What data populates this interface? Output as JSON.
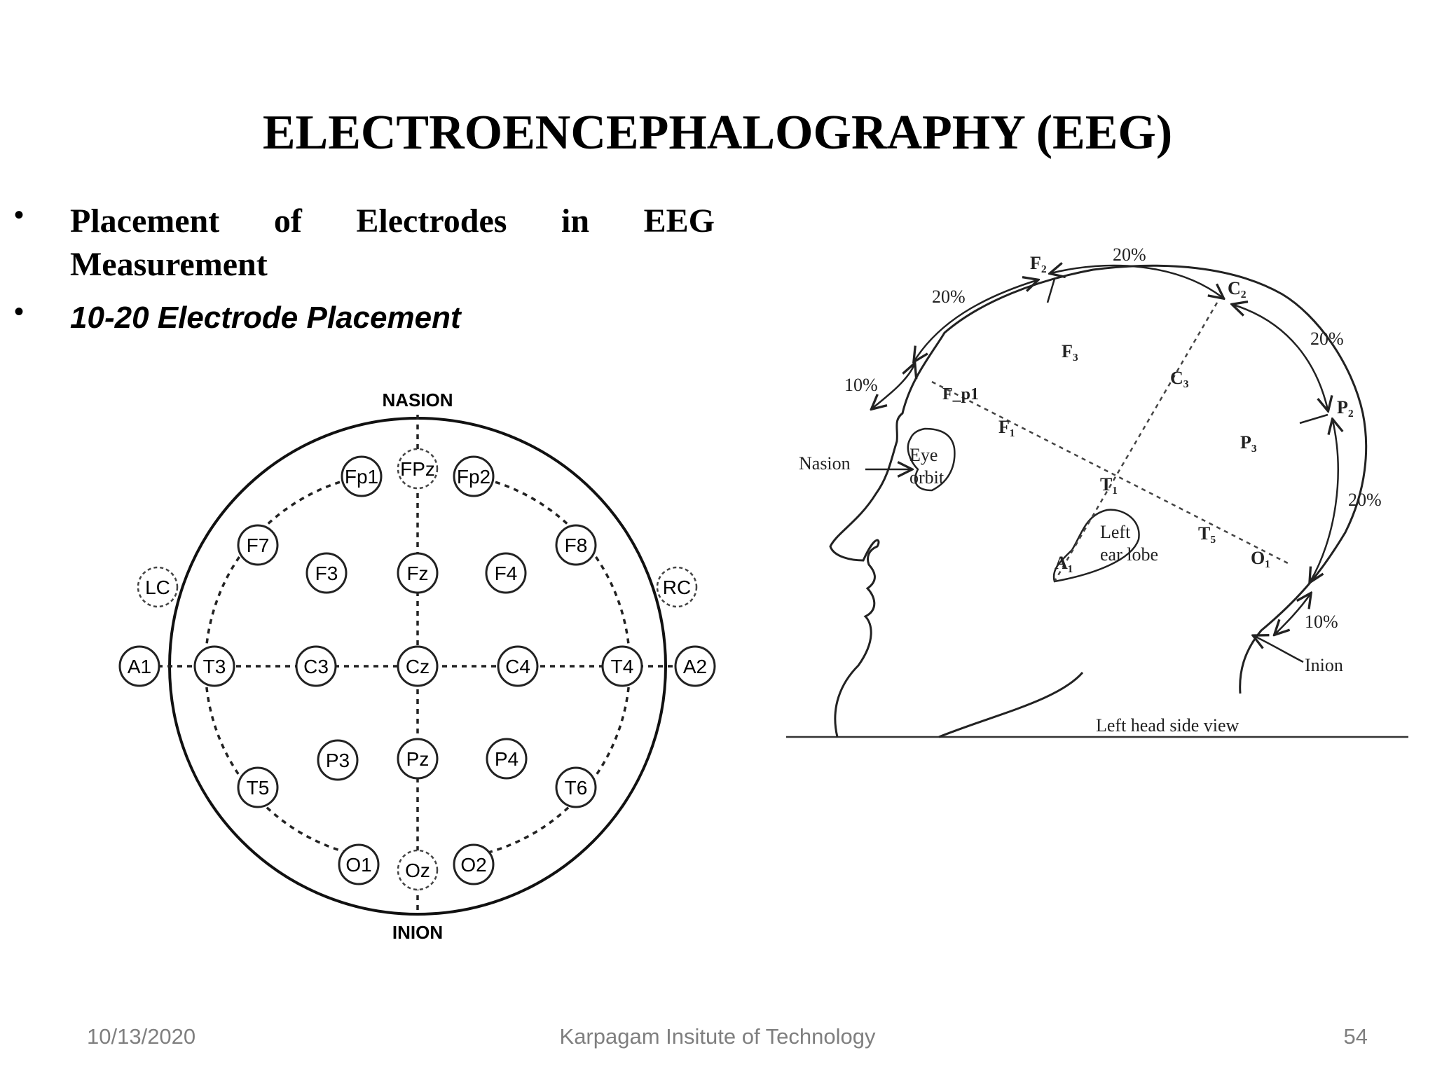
{
  "slide": {
    "title": "ELECTROENCEPHALOGRAPHY (EEG)",
    "bullets": [
      {
        "line1_words": [
          "Placement",
          "of",
          "Electrodes",
          "in",
          "EEG"
        ],
        "line2": "Measurement"
      },
      {
        "text": "10-20 Electrode Placement"
      }
    ]
  },
  "top_view": {
    "nasion_label": "NASION",
    "inion_label": "INION",
    "electrodes": [
      "Fp1",
      "FPz",
      "Fp2",
      "F7",
      "F3",
      "Fz",
      "F4",
      "F8",
      "LC",
      "RC",
      "A1",
      "T3",
      "C3",
      "Cz",
      "C4",
      "T4",
      "A2",
      "T5",
      "P3",
      "Pz",
      "P4",
      "T6",
      "O1",
      "Oz",
      "O2"
    ]
  },
  "side_view": {
    "percent_labels": [
      "10%",
      "20%",
      "20%",
      "20%",
      "20%",
      "10%"
    ],
    "point_labels": [
      "F₂",
      "C₂",
      "P₂",
      "F₃",
      "C₃",
      "P₃",
      "F_p1",
      "F₁",
      "T₁",
      "T₅",
      "O₁",
      "A₁"
    ],
    "region_labels": {
      "nasion": "Nasion",
      "eye": "Eye",
      "orbit": "orbit",
      "ear_left": "Left",
      "ear_lobe": "ear lobe",
      "inion": "Inion"
    },
    "caption": "Left head side view"
  },
  "footer": {
    "date": "10/13/2020",
    "institute": "Karpagam Insitute of Technology",
    "page": "54"
  }
}
